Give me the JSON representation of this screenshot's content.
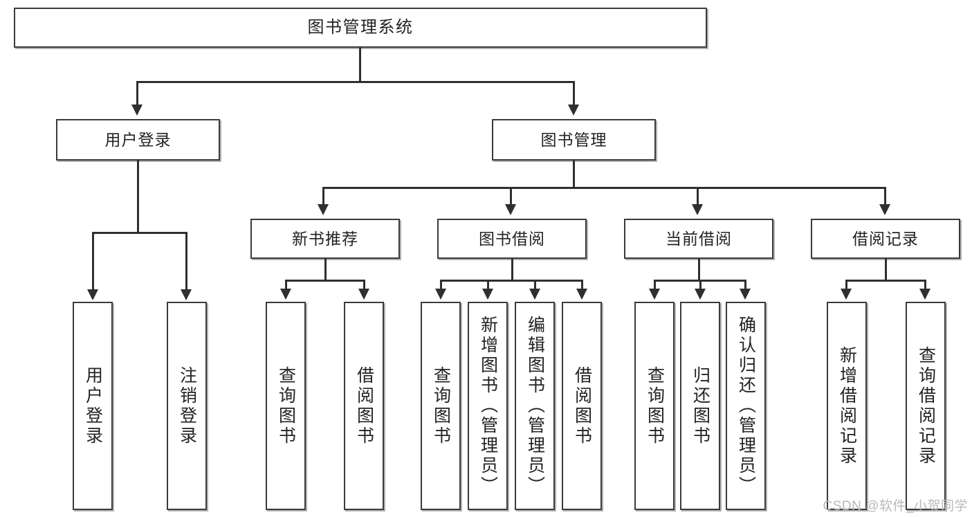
{
  "diagram": {
    "title_node": {
      "label": "图书管理系统"
    },
    "level1": [
      {
        "id": "user-login",
        "label": "用户登录"
      },
      {
        "id": "book-manage",
        "label": "图书管理"
      }
    ],
    "level2": [
      {
        "id": "new-book-recommend",
        "label": "新书推荐"
      },
      {
        "id": "book-borrow",
        "label": "图书借阅"
      },
      {
        "id": "current-borrow",
        "label": "当前借阅"
      },
      {
        "id": "borrow-record",
        "label": "借阅记录"
      }
    ],
    "leaves": {
      "user_login": [
        {
          "id": "leaf-user-login",
          "label": "用户登录"
        },
        {
          "id": "leaf-logout-login",
          "label": "注销登录"
        }
      ],
      "new_book_recommend": [
        {
          "id": "leaf-query-book-1",
          "label": "查询图书"
        },
        {
          "id": "leaf-borrow-book-1",
          "label": "借阅图书"
        }
      ],
      "book_borrow": [
        {
          "id": "leaf-query-book-2",
          "label": "查询图书"
        },
        {
          "id": "leaf-add-book",
          "label": "新增图书（管理员）"
        },
        {
          "id": "leaf-edit-book",
          "label": "编辑图书（管理员）"
        },
        {
          "id": "leaf-borrow-book-2",
          "label": "借阅图书"
        }
      ],
      "current_borrow": [
        {
          "id": "leaf-query-book-3",
          "label": "查询图书"
        },
        {
          "id": "leaf-return-book",
          "label": "归还图书"
        },
        {
          "id": "leaf-confirm-return",
          "label": "确认归还（管理员）"
        }
      ],
      "borrow_record": [
        {
          "id": "leaf-add-borrow-record",
          "label": "新增借阅记录"
        },
        {
          "id": "leaf-query-borrow-record",
          "label": "查询借阅记录"
        }
      ]
    }
  },
  "watermark": {
    "text": "CSDN @软件_小贺同学"
  },
  "colors": {
    "box_border": "#3a3a3a",
    "line": "#2f2f2f",
    "background": "#ffffff",
    "text": "#222222",
    "watermark": "#b9b9b9"
  }
}
